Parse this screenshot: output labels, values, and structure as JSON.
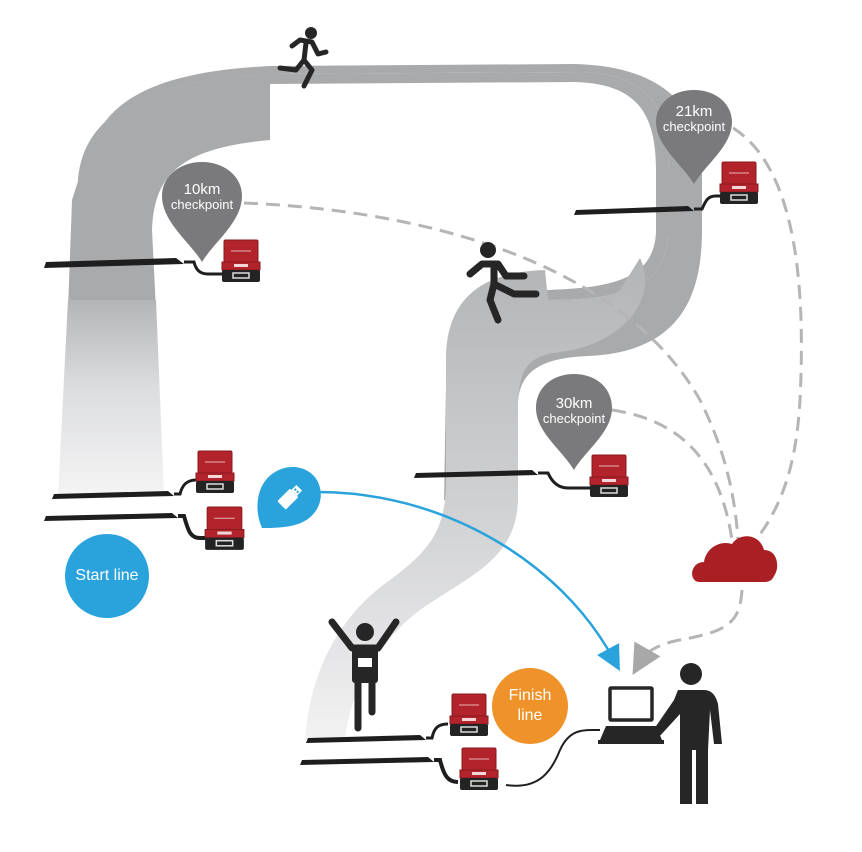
{
  "diagram": {
    "colors": {
      "road": "#a9aaac",
      "road_light": "#e9eaeb",
      "pin": "#7a7a7c",
      "case_red": "#b3232b",
      "case_black": "#232323",
      "mat": "#1e1e1e",
      "start": "#2aa3dd",
      "finish": "#f0922a",
      "cloud": "#a91f24",
      "usb": "#2aa3dd",
      "wireless_dash": "#b5b5b5",
      "usb_transfer": "#2aa3dd",
      "figure": "#262626"
    },
    "checkpoints": [
      {
        "id": "10km",
        "distance": "10km",
        "label": "checkpoint"
      },
      {
        "id": "21km",
        "distance": "21km",
        "label": "checkpoint"
      },
      {
        "id": "30km",
        "distance": "30km",
        "label": "checkpoint"
      }
    ],
    "start": {
      "label": "Start line"
    },
    "finish": {
      "label_line1": "Finish",
      "label_line2": "line"
    },
    "icons": {
      "runner": "running-person-icon",
      "finisher": "finisher-arms-up-icon",
      "operator": "person-at-laptop-icon",
      "laptop": "laptop-icon",
      "cloud": "cloud-icon",
      "usb": "usb-drive-icon",
      "timing_case": "timing-case-icon",
      "timing_mat": "timing-mat-icon"
    }
  }
}
